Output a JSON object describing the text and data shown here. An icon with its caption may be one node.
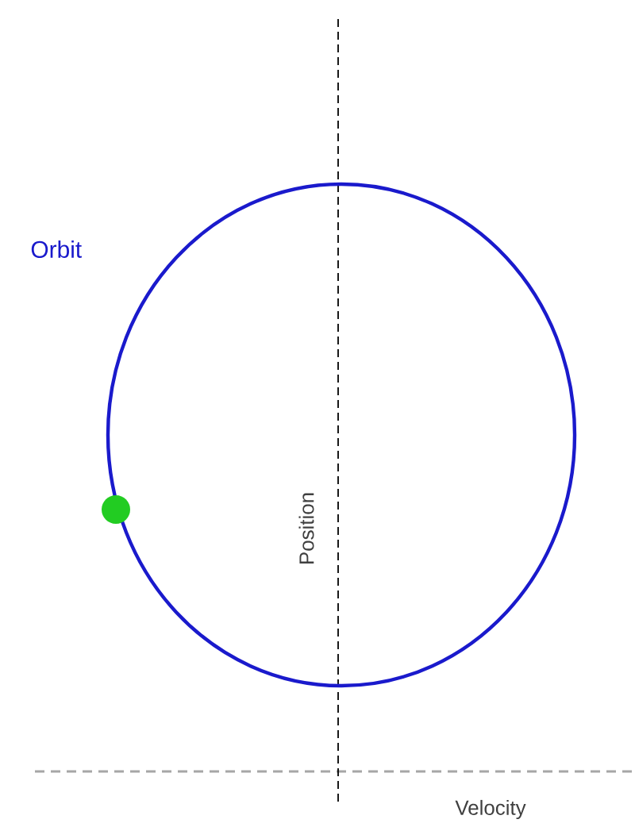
{
  "diagram": {
    "labels": [
      "Orbit",
      "Position",
      "Velocity"
    ]
  }
}
